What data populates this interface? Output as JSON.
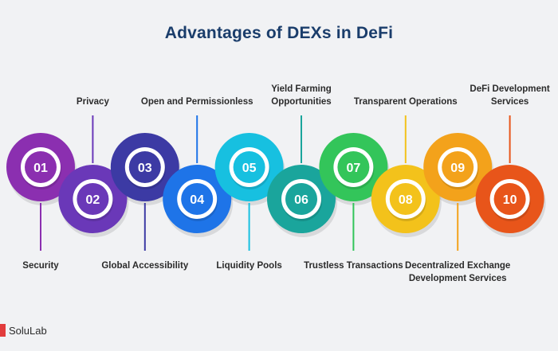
{
  "title": "Advantages of DEXs in DeFi",
  "steps": [
    {
      "number": "01",
      "label": "Security",
      "color": "#8b2fb0",
      "dark": "#6a1f88",
      "position": "bottom"
    },
    {
      "number": "02",
      "label": "Privacy",
      "color": "#6a38b8",
      "dark": "#4f2694",
      "position": "top"
    },
    {
      "number": "03",
      "label": "Global Accessibility",
      "color": "#3c3aa4",
      "dark": "#2b2a80",
      "position": "bottom"
    },
    {
      "number": "04",
      "label": "Open and Permissionless",
      "color": "#1e74e8",
      "dark": "#1457b8",
      "position": "top"
    },
    {
      "number": "05",
      "label": "Liquidity Pools",
      "color": "#17c0e0",
      "dark": "#0e95b4",
      "position": "bottom"
    },
    {
      "number": "06",
      "label": "Yield Farming Opportunities",
      "color": "#1aa59c",
      "dark": "#127a74",
      "position": "top"
    },
    {
      "number": "07",
      "label": "Trustless Transactions",
      "color": "#33c55a",
      "dark": "#23963f",
      "position": "bottom"
    },
    {
      "number": "08",
      "label": "Transparent Operations",
      "color": "#f3c21b",
      "dark": "#c99a0e",
      "position": "top"
    },
    {
      "number": "09",
      "label": "Decentralized Exchange Development Services",
      "color": "#f3a21b",
      "dark": "#c57b0e",
      "position": "bottom"
    },
    {
      "number": "10",
      "label": "DeFi Development Services",
      "color": "#e8551a",
      "dark": "#b83d0f",
      "position": "top"
    }
  ],
  "logo": {
    "text": "SoluLab",
    "mark_color": "#e23c3c"
  }
}
